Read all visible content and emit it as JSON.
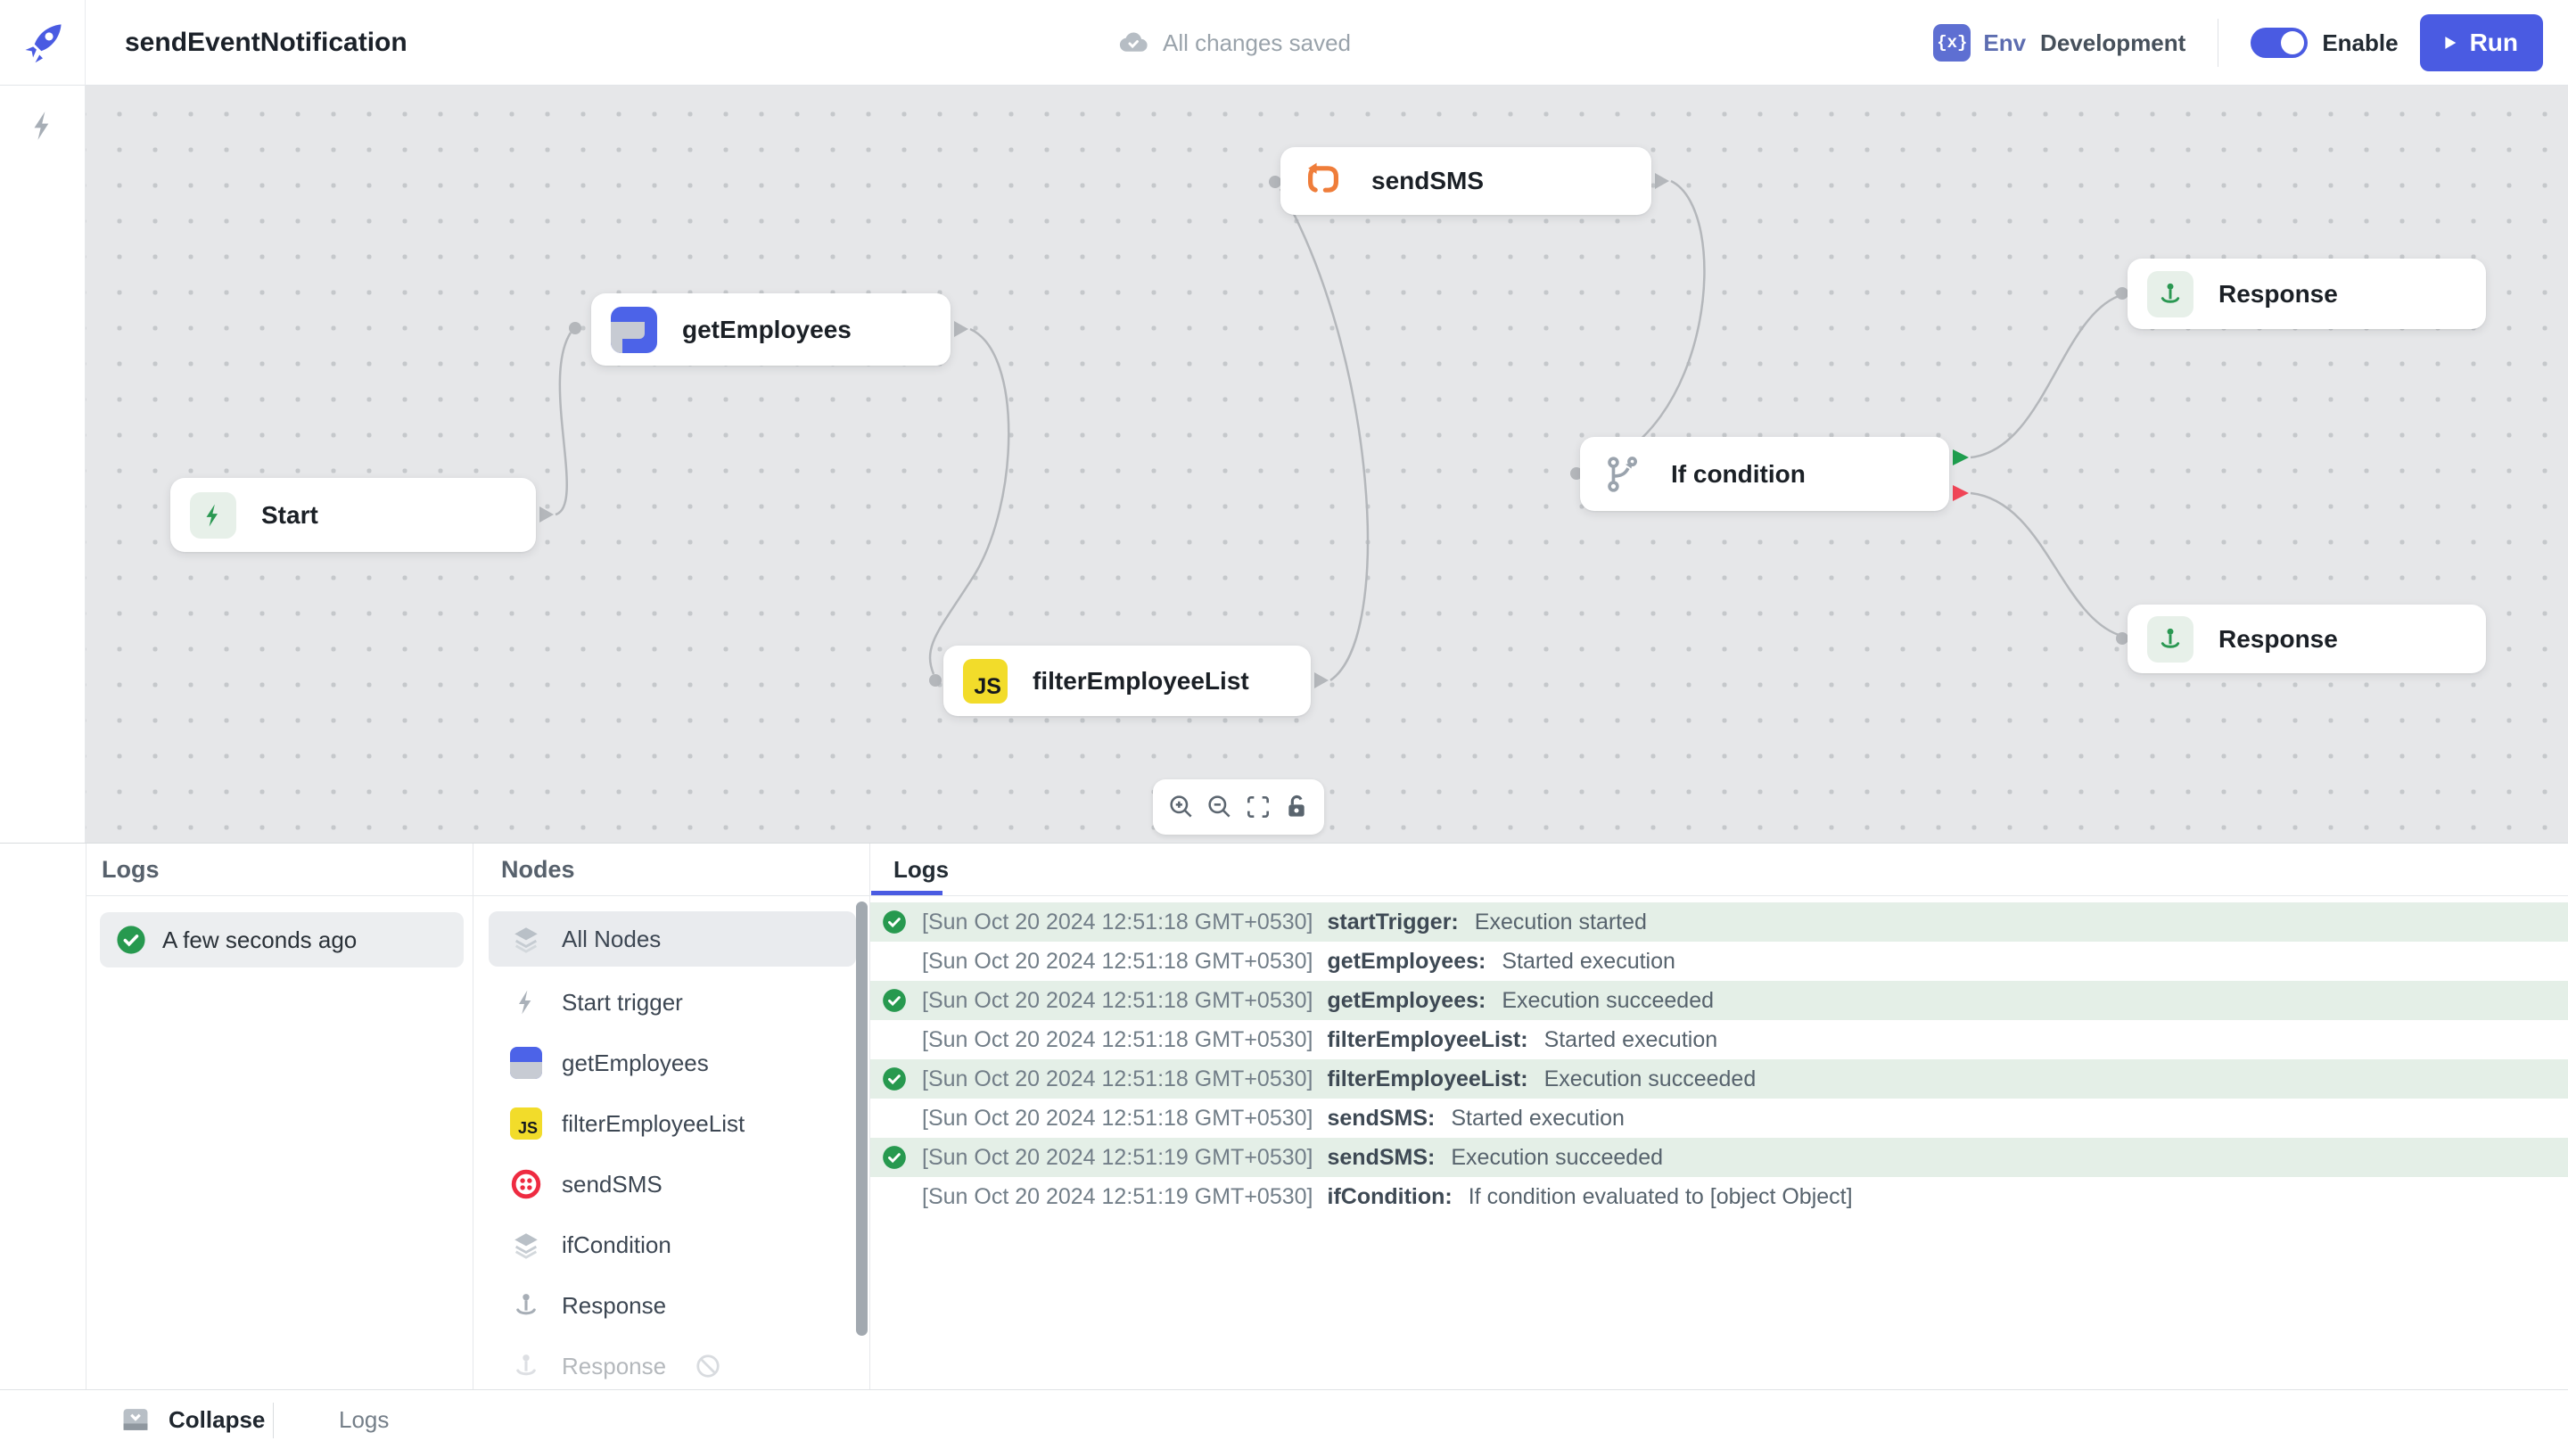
{
  "header": {
    "title": "sendEventNotification",
    "autosave_status": "All changes saved",
    "env_label": "Env",
    "env_value": "Development",
    "enable_label": "Enable",
    "run_label": "Run"
  },
  "colors": {
    "accent_blue": "#4a5be2",
    "success_green": "#27994f",
    "error_red": "#f04557",
    "twilio_red": "#ee2b41",
    "js_yellow": "#f2dc2a",
    "loop_orange": "#ef7d3a",
    "log_row_green": "#e4efe7"
  },
  "canvas": {
    "nodes": [
      {
        "id": "start",
        "label": "Start",
        "icon": "lightning-icon"
      },
      {
        "id": "getEmployees",
        "label": "getEmployees",
        "icon": "datasource-icon"
      },
      {
        "id": "sendSMS",
        "label": "sendSMS",
        "icon": "loop-arrow-icon"
      },
      {
        "id": "filterEmployeeList",
        "label": "filterEmployeeList",
        "icon": "js-icon"
      },
      {
        "id": "ifCondition",
        "label": "If condition",
        "icon": "branch-icon"
      },
      {
        "id": "response-true",
        "label": "Response",
        "icon": "pin-icon"
      },
      {
        "id": "response-false",
        "label": "Response",
        "icon": "pin-icon"
      }
    ],
    "toolbar_icons": [
      "zoom-in",
      "zoom-out",
      "fit-view",
      "lock"
    ]
  },
  "bottom_panel": {
    "runs": {
      "header": "Logs",
      "items": [
        {
          "label": "A few seconds ago",
          "status": "success"
        }
      ]
    },
    "nodes_list": {
      "header": "Nodes",
      "items": [
        {
          "label": "All Nodes",
          "icon": "layers-icon",
          "selected": true
        },
        {
          "label": "Start trigger",
          "icon": "lightning-icon"
        },
        {
          "label": "getEmployees",
          "icon": "datasource-icon"
        },
        {
          "label": "filterEmployeeList",
          "icon": "js-icon"
        },
        {
          "label": "sendSMS",
          "icon": "twilio-icon"
        },
        {
          "label": "ifCondition",
          "icon": "layers-icon"
        },
        {
          "label": "Response",
          "icon": "pin-icon"
        },
        {
          "label": "Response",
          "icon": "pin-icon",
          "disabled": true
        }
      ]
    },
    "logs": {
      "tab": "Logs",
      "entries": [
        {
          "timestamp": "[Sun Oct 20 2024 12:51:18 GMT+0530]",
          "node": "startTrigger:",
          "message": "Execution started",
          "success": true
        },
        {
          "timestamp": "[Sun Oct 20 2024 12:51:18 GMT+0530]",
          "node": "getEmployees:",
          "message": "Started execution",
          "success": false
        },
        {
          "timestamp": "[Sun Oct 20 2024 12:51:18 GMT+0530]",
          "node": "getEmployees:",
          "message": "Execution succeeded",
          "success": true
        },
        {
          "timestamp": "[Sun Oct 20 2024 12:51:18 GMT+0530]",
          "node": "filterEmployeeList:",
          "message": "Started execution",
          "success": false
        },
        {
          "timestamp": "[Sun Oct 20 2024 12:51:18 GMT+0530]",
          "node": "filterEmployeeList:",
          "message": "Execution succeeded",
          "success": true
        },
        {
          "timestamp": "[Sun Oct 20 2024 12:51:18 GMT+0530]",
          "node": "sendSMS:",
          "message": "Started execution",
          "success": false
        },
        {
          "timestamp": "[Sun Oct 20 2024 12:51:19 GMT+0530]",
          "node": "sendSMS:",
          "message": "Execution succeeded",
          "success": true
        },
        {
          "timestamp": "[Sun Oct 20 2024 12:51:19 GMT+0530]",
          "node": "ifCondition:",
          "message": "If condition evaluated to [object Object]",
          "success": false
        }
      ]
    }
  },
  "footer": {
    "collapse_label": "Collapse",
    "logs_label": "Logs"
  }
}
